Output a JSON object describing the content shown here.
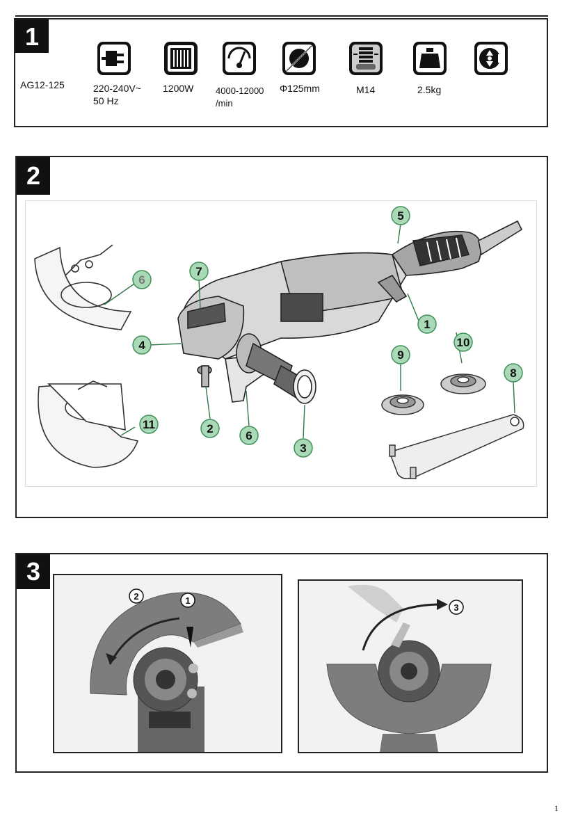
{
  "section1": {
    "number": "1",
    "model": "AG12-125",
    "specs": [
      {
        "icon": "plug-voltage-icon",
        "text": "220-240V~\n50 Hz"
      },
      {
        "icon": "motor-power-icon",
        "text": "1200W"
      },
      {
        "icon": "speed-gauge-icon",
        "text": "4000-12000\n/min"
      },
      {
        "icon": "disc-diameter-icon",
        "text": "Φ125mm"
      },
      {
        "icon": "spindle-thread-icon",
        "text": "M14"
      },
      {
        "icon": "weight-icon",
        "text": "2.5kg"
      },
      {
        "icon": "double-insulation-icon",
        "text": ""
      }
    ]
  },
  "section2": {
    "number": "2",
    "callouts": [
      "1",
      "2",
      "3",
      "4",
      "5",
      "6",
      "6",
      "7",
      "8",
      "9",
      "10",
      "11"
    ]
  },
  "section3": {
    "number": "3",
    "step_labels": [
      "1",
      "2",
      "3"
    ]
  },
  "page_number": "1",
  "colors": {
    "callout_fill": "#a9d9b6",
    "callout_stroke": "#3f8f5a",
    "frame": "#222222"
  }
}
